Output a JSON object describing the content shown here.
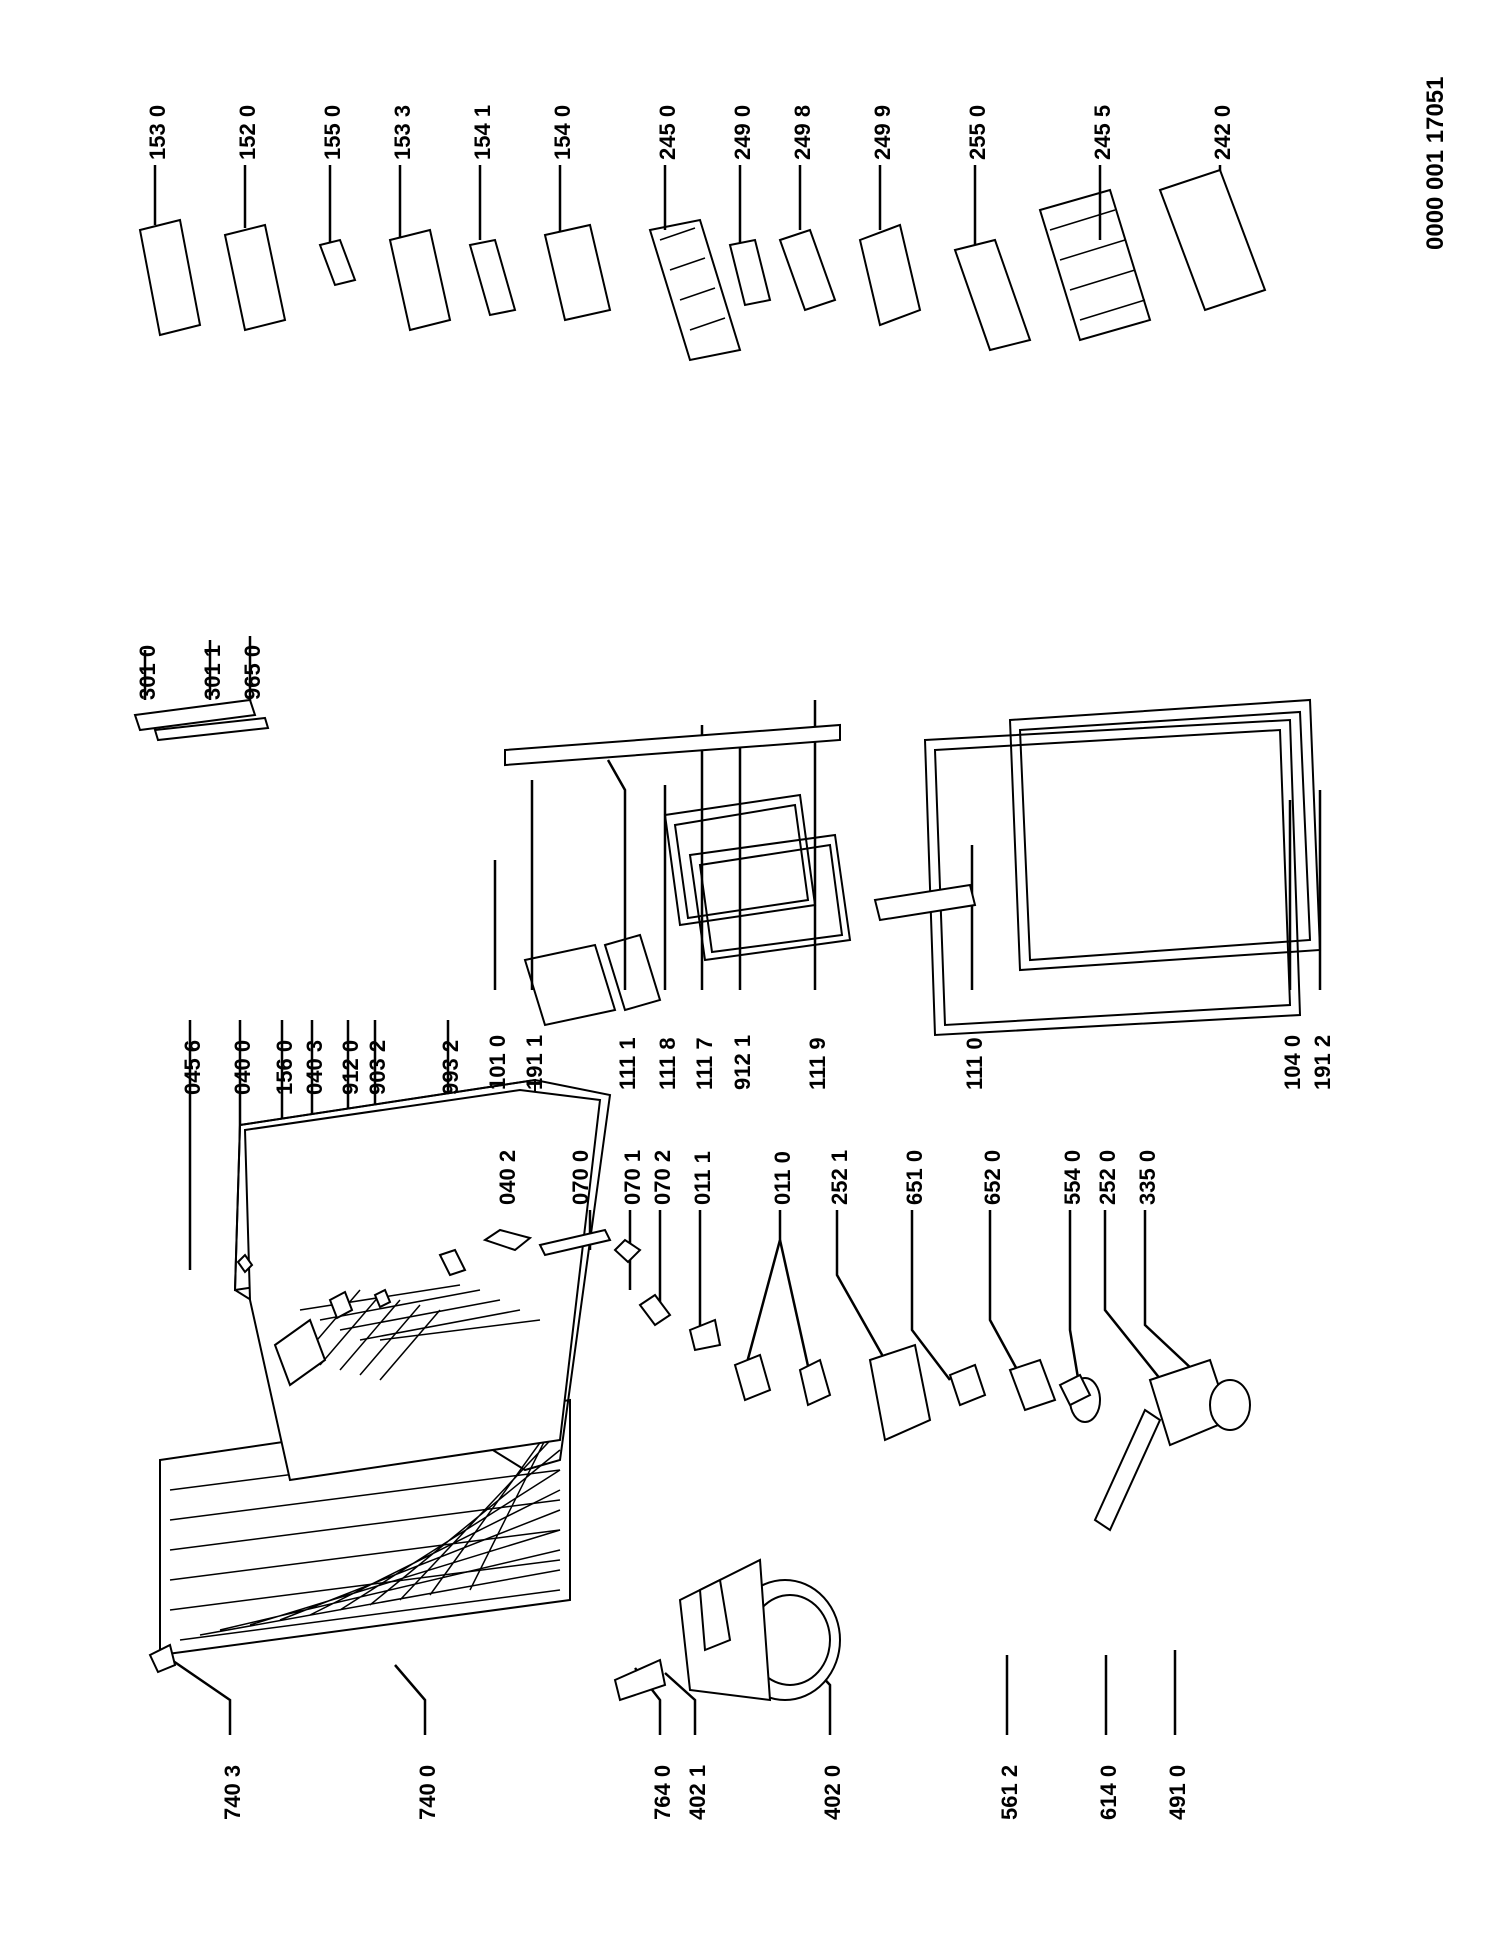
{
  "document_id": "0000 001 17051",
  "parts": [
    {
      "id": "p7403",
      "code": "740 3"
    },
    {
      "id": "p7400",
      "code": "740 0"
    },
    {
      "id": "p7640",
      "code": "764 0"
    },
    {
      "id": "p4021",
      "code": "402 1"
    },
    {
      "id": "p4020",
      "code": "402 0"
    },
    {
      "id": "p5612",
      "code": "561 2"
    },
    {
      "id": "p6140",
      "code": "614 0"
    },
    {
      "id": "p4910",
      "code": "491 0"
    },
    {
      "id": "p0456",
      "code": "045 6"
    },
    {
      "id": "p0400",
      "code": "040 0"
    },
    {
      "id": "p1560",
      "code": "156 0"
    },
    {
      "id": "p0403",
      "code": "040 3"
    },
    {
      "id": "p9120",
      "code": "912 0"
    },
    {
      "id": "p9032",
      "code": "903 2"
    },
    {
      "id": "p9932",
      "code": "993 2"
    },
    {
      "id": "p0402",
      "code": "040 2"
    },
    {
      "id": "p0700",
      "code": "070 0"
    },
    {
      "id": "p0701",
      "code": "070 1"
    },
    {
      "id": "p0702",
      "code": "070 2"
    },
    {
      "id": "p0111",
      "code": "011 1"
    },
    {
      "id": "p0110",
      "code": "011 0"
    },
    {
      "id": "p2521",
      "code": "252 1"
    },
    {
      "id": "p6510",
      "code": "651 0"
    },
    {
      "id": "p6520",
      "code": "652 0"
    },
    {
      "id": "p5540",
      "code": "554 0"
    },
    {
      "id": "p2520",
      "code": "252 0"
    },
    {
      "id": "p3350",
      "code": "335 0"
    },
    {
      "id": "p1010",
      "code": "101 0"
    },
    {
      "id": "p1911",
      "code": "191 1"
    },
    {
      "id": "p1111",
      "code": "111 1"
    },
    {
      "id": "p1118",
      "code": "111 8"
    },
    {
      "id": "p1117",
      "code": "111 7"
    },
    {
      "id": "p9121",
      "code": "912 1"
    },
    {
      "id": "p1119",
      "code": "111 9"
    },
    {
      "id": "p1110",
      "code": "111 0"
    },
    {
      "id": "p1040",
      "code": "104 0"
    },
    {
      "id": "p1912",
      "code": "191 2"
    },
    {
      "id": "p3010",
      "code": "301 0"
    },
    {
      "id": "p3011",
      "code": "301 1"
    },
    {
      "id": "p9650",
      "code": "965 0"
    },
    {
      "id": "p1530",
      "code": "153 0"
    },
    {
      "id": "p1520",
      "code": "152 0"
    },
    {
      "id": "p1550",
      "code": "155 0"
    },
    {
      "id": "p1533",
      "code": "153 3"
    },
    {
      "id": "p1541",
      "code": "154 1"
    },
    {
      "id": "p1540",
      "code": "154 0"
    },
    {
      "id": "p2450",
      "code": "245 0"
    },
    {
      "id": "p2490",
      "code": "249 0"
    },
    {
      "id": "p2498",
      "code": "249 8"
    },
    {
      "id": "p2499",
      "code": "249 9"
    },
    {
      "id": "p2550",
      "code": "255 0"
    },
    {
      "id": "p2455",
      "code": "245 5"
    },
    {
      "id": "p2420",
      "code": "242 0"
    }
  ]
}
